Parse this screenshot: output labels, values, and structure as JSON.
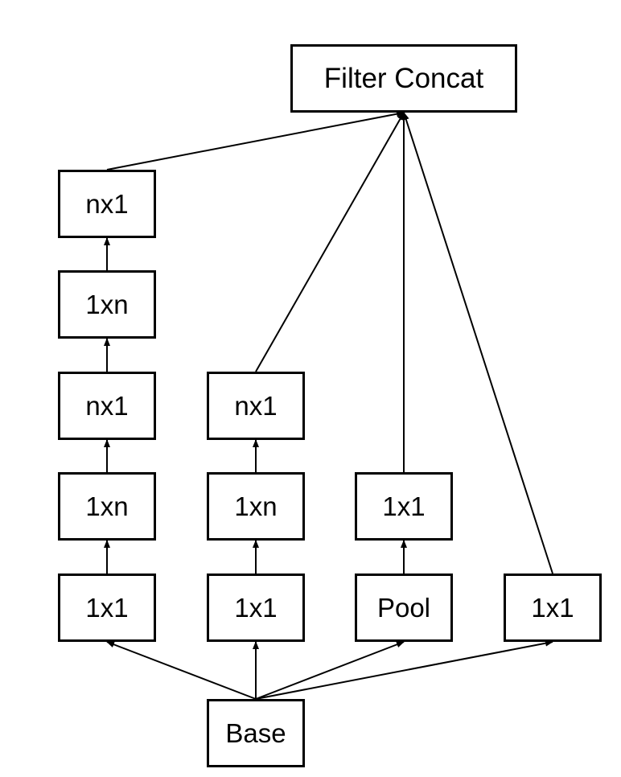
{
  "diagram": {
    "top": {
      "label": "Filter Concat"
    },
    "input": {
      "label": "Base"
    },
    "branch1": {
      "stage1": "1x1",
      "stage2": "1xn",
      "stage3": "nx1",
      "stage4": "1xn",
      "stage5": "nx1"
    },
    "branch2": {
      "stage1": "1x1",
      "stage2": "1xn",
      "stage3": "nx1"
    },
    "branch3": {
      "stage1": "Pool",
      "stage2": "1x1"
    },
    "branch4": {
      "stage1": "1x1"
    }
  }
}
